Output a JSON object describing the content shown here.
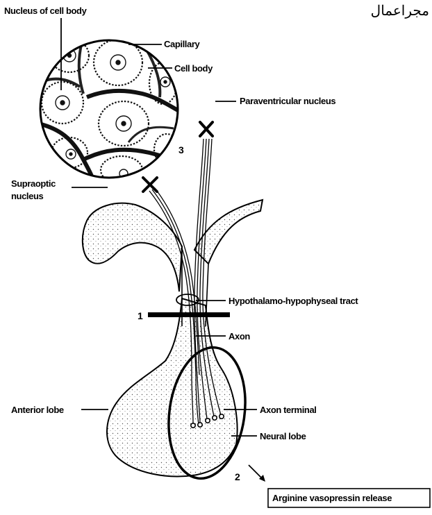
{
  "figure": {
    "header_script": "مجراعمال",
    "labels": {
      "nucleus_of_cell_body": "Nucleus of cell body",
      "capillary": "Capillary",
      "cell_body": "Cell body",
      "paraventricular_nucleus": "Paraventricular nucleus",
      "supraoptic_nucleus_line1": "Supraoptic",
      "supraoptic_nucleus_line2": "nucleus",
      "hypothalamo_hypophyseal_tract": "Hypothalamo-hypophyseal tract",
      "axon": "Axon",
      "anterior_lobe": "Anterior lobe",
      "axon_terminal": "Axon terminal",
      "neural_lobe": "Neural lobe",
      "arginine_vasopressin_release": "Arginine vasopressin release"
    },
    "markers": {
      "one": "1",
      "two": "2",
      "three": "3"
    }
  }
}
